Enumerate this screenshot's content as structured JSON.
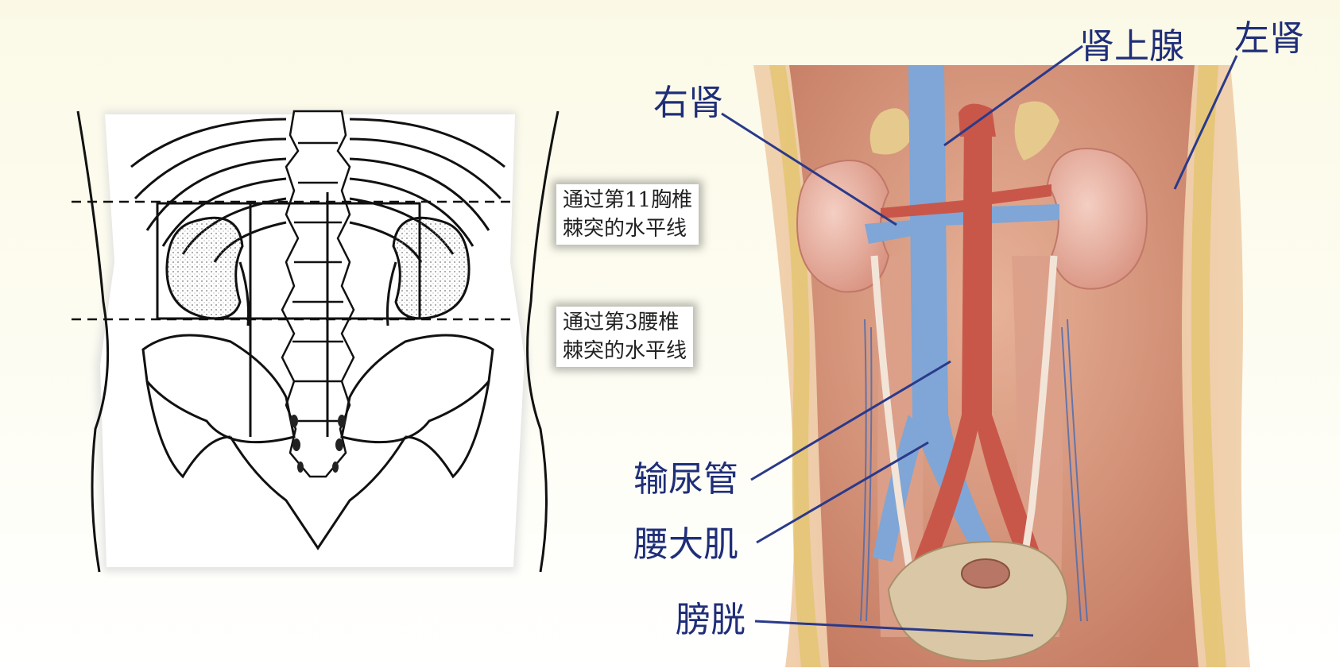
{
  "left_diagram": {
    "line_t11": [
      "通过第11胸椎",
      "棘突的水平线"
    ],
    "line_l3": [
      "通过第3腰椎",
      "棘突的水平线"
    ]
  },
  "right_diagram": {
    "labels": {
      "adrenal": "肾上腺",
      "left_kidney": "左肾",
      "right_kidney": "右肾",
      "ureter": "输尿管",
      "psoas": "腰大肌",
      "bladder": "膀胱"
    }
  },
  "colors": {
    "label_text": "#1f2e78",
    "leader_line": "#2a3a8a",
    "vein": "#7fa6d6",
    "artery": "#c8574a",
    "kidney": "#e7a89a",
    "muscle": "#dca08a"
  }
}
